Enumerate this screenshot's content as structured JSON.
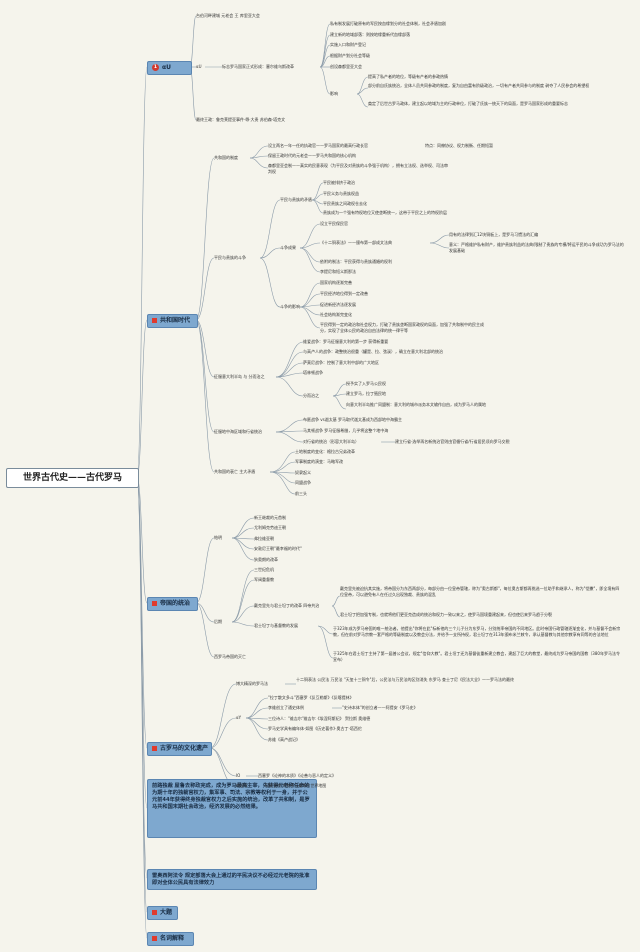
{
  "root": "世界古代史——古代罗马",
  "branches": {
    "b1": "αU",
    "b2": "共和国时代",
    "b3": "帝国的统治",
    "b4": "古罗马的文化遗产",
    "b5": "大题",
    "b6": "名词解释"
  },
  "notes": {
    "n1": "前路独裁 屋鲁去称政完成，成为罗马最高主宰，先获得元老称任命的为期十年的独裁官权力，集军事、司法、宗教等权利于一身，并于公元前44年获得终身独裁官权力之后实施的统治，改革了共和制，是罗马共和国末期社会政治，经济发展的必然结果。",
    "n2": "雷奥西阿法令 规定部落大会上通过的平民决议不必经过元老院的批准即对全体公民具有法律效力"
  },
  "s1": {
    "a": "台伯河畔建城 元老会 王 库里亚大会",
    "b": "αU",
    "c": "标志罗马国家正式形成：塞尔维乌斯改革",
    "c1": "私有制发展打破原有的军民按血缘划分的社会体制，社会矛盾加剧",
    "c2": "建立新的地域部落：则按地缘重新代血缘部落",
    "c3": "实施入口和财产登记",
    "c4": "根据财产划分社会等级",
    "c5": "创设森都里亚大会",
    "d": "影响",
    "d1": "提高了私产者的地位，等级有产者的参政热情",
    "d2": "部分前自氏族统治，全体人员共同参政的制度，复为自由富有阶级政治，一切有产者共同参与的制度 剥夺了人民参会的希望权",
    "d3": "奠定了后世古罗马政体，建立起以地域为主的行政单位，打破了氏族一统天下的局面，是罗马国家形成的重要标志",
    "e": "最终王政：鲁克莱提亚事件·辱·大贵 苏伯森·塔克文"
  },
  "s2": {
    "a": "共和国的制度",
    "a1": "设立两名一年一任的执政官——罗马国家的最高行政长官",
    "a1r": "特点：同僚协议、权力制衡、任期短暂",
    "a2": "保留王政时代的元老会——罗马共和国的核心机构",
    "a3": "森都里亚会制——真实的民意表现（为平民及对贵族的斗争强于机构），拥有立法权、选举权、司法审判权",
    "b": "平民与贵族的斗争",
    "b1": "平民与贵族的矛盾",
    "b1a": "平民被排挤于政治",
    "b1b": "平民义务与贵族权益",
    "b1c": "平民贵族之间政权仓去化",
    "b1d": "贵族成为一个强有特权地位又使垄断统一，这带于平民之上的特权阶层",
    "b2": "斗争成果",
    "b2a": "设立平民保民官",
    "b2b": "《十二铜表法》——颁布第一部成文法典",
    "b2b1": "用有的法律到汇12块铜板上，是罗马习惯法的汇编",
    "b2b2": "意义：严格维护私有财产，维护贵族利益的法典/限制了贵族的专横/将运平民的斗争成功为罗马法的发展基础",
    "b2c": "依附的制法：平民获得与贵族通婚的权利",
    "b2d": "李提尼和短义斯那法",
    "b3": "斗争的影响",
    "b3a": "国家机构逐渐完善",
    "b3b": "平民经济地位得到一定改善",
    "b3c": "促进新经济法逐发展",
    "b3d": "社会结构渐完变化",
    "b3e": "平民得到一定的政治和社会权力，打破了贵族垄断国家政权的局面，加强了共和制中的民主成分，实现了全体公民的政治自由法律的统一律平等",
    "c": "征服意大利半岛 与 分而治之",
    "c1": "维爱战争：罗马征服意大利的第一步 获得新重要",
    "c2": "与高卢人的战争：政整统治很重（罐是、拉、弦溪），确立在意大利北部的统治",
    "c3": "萨莫尼战争：控制了意大利中部的广大地区",
    "c4": "塔林顿战争",
    "c5": "分而治之",
    "c5a": "授予实了入罗马公民权",
    "c5b": "建立罗马，拉丁殖民地",
    "c5c": "向意大利半岛推广同盟制：意大利的城市派务本文输作自由，成为罗马人的属地",
    "d": "征服地中海区域和行省统治",
    "d1": "布匿战争 vs迦太基 罗马取代迦太基成为西部地中海霸主",
    "d2": "马其顿战争 罗马征服希腊，几乎将这整个地中海",
    "d3": "对行省的统治（形容大利半岛）",
    "d3r": "建立行省·选举再名新统治官则由官循行省/行省居民须向罗马交税",
    "e": "共和国的衰亡 主大矛盾",
    "e1": "土地制度的变化：格拉古兄弟改革",
    "e2": "军事制度的演变：马略军改",
    "e3": "奴隶起义",
    "e4": "同盟战争",
    "e5": "前三头"
  },
  "s3": {
    "a": "帕明",
    "a1": "新王继裁的元首制",
    "a2": "尤利姆克劳迪王朝",
    "a3": "弗拉维亚朝",
    "a4": "安敦尼王朝\"最幸福的时代\"",
    "a5": "狄奥朗的改革",
    "b": "后期",
    "b1": "三世纪危机",
    "b2": "军阀重督教",
    "b3": "戴克里先与君士坦丁的改革 四帝共治",
    "b3a": "戴克里先被迫抗其实施，将帝国分为东西两部分，每部分由一位皇帝管辖，称为\"奥古斯都\"，每位奥古斯都再挑选一位助手和继承人，称为\"恺撒\"，即全境有四位皇帝，可以避免有人在任过久出现独裁、贵族的混乱",
    "b3b": "君士坦丁把加强专制，也就将他们更亚克造成的统治和权力一致以来之，使罗马国境重建起来，但也使后来罗马趋于分裂",
    "b4": "君士坦丁与基督教的发展",
    "b4a": "于323年成为罗马帝国的唯一统治者。他提出\"你将在此\"标新他的三个儿子分为东罗马，分别统率帝国的不同地区。此时帝国行政管辖逐渐变化，并与基督不会新宗教，但在前对罗马宗教一套严格的等级制度以及教会分法，并给予一支所持权，君士坦丁在313年颁布米兰敕令，承认基督教与其他宗教享有同等的合法地位",
    "b4b": "于325年在君士坦丁主持了第一届普公会议，规定\"信仰大教\"。君士坦丁还为基督徒重新建立教会，建起了巨大的教堂，最终成为罗马帝国的国教（380年罗马法令宣布）",
    "c": "西罗马帝国的灭亡"
  },
  "s4": {
    "a": "博大精深的罗马法",
    "a1": "十二铜表法 公民法 万民法 \"天玺十三铜令\"后，公民法与万民法的区别消失 东罗马 查士丁尼《民法大全》——罗马法的最终",
    "b": "αY",
    "b1": "\"拉丁散文多斗\"西塞罗《反互勒斯》《反喀提林》",
    "b2": "李维创立了通史体例",
    "b2r": "\"史诗本体\"的创立者——阿提安《罗马史》",
    "b3": "三位诗人：\"维吉尔\"维吉尔《埃涅阿斯纪》 贺拉斯 奥维德",
    "b4": "罗马史学具有编年体·如图《历史著作》·奥古丁·塔西佗",
    "b5": "苏维《高卢战记》",
    "c": "IO",
    "c1": "西塞罗《论神的本质》《论善与恶人的定义》",
    "d": "地理学",
    "d1": "阿格里帕 托勒密马基等的世界地图"
  }
}
